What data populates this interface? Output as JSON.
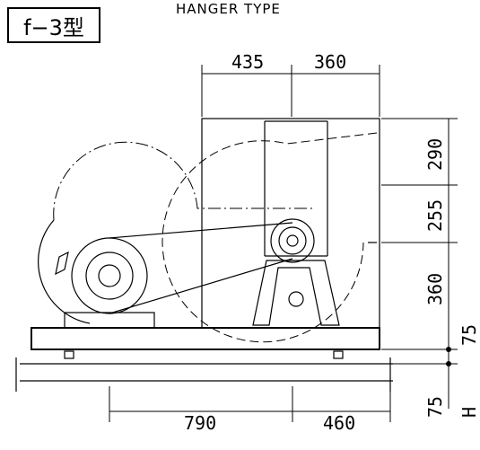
{
  "header": {
    "model_label": "f−3型",
    "title": "HANGER TYPE"
  },
  "dimensions": {
    "top_left": "435",
    "top_right": "360",
    "right_1": "290",
    "right_2": "255",
    "right_3": "360",
    "right_4": "75",
    "right_5": "75",
    "right_h": "H",
    "bottom_left": "790",
    "bottom_right": "460"
  }
}
